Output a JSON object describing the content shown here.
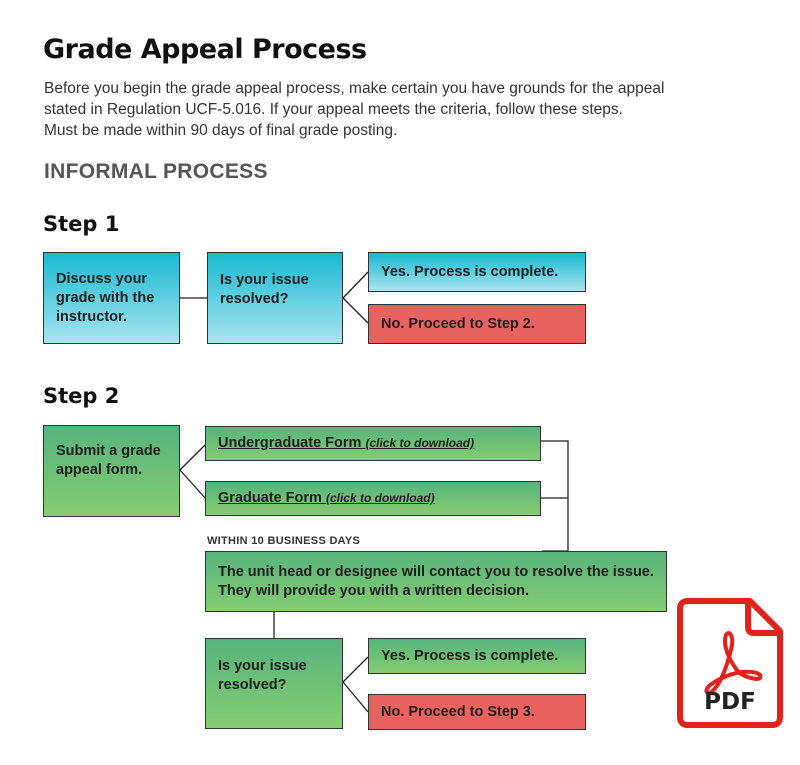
{
  "title": "Grade Appeal Process",
  "intro": [
    "Before you begin the grade appeal process, make certain you have grounds for the appeal",
    "stated in Regulation UCF-5.016. If your appeal meets the criteria, follow these steps.",
    "Must be made within 90 days of final grade posting."
  ],
  "section_heading": "INFORMAL PROCESS",
  "step1": {
    "heading": "Step 1",
    "discuss": "Discuss your grade with the instructor.",
    "question": "Is your issue resolved?",
    "yes": "Yes. Process is complete.",
    "no": "No. Proceed to Step 2."
  },
  "step2": {
    "heading": "Step 2",
    "submit": "Submit a grade appeal form.",
    "undergrad_label": "Undergraduate Form",
    "undergrad_hint": "(click to download)",
    "grad_label": "Graduate Form",
    "grad_hint": "(click to download)",
    "deadline_note": "WITHIN 10 BUSINESS DAYS",
    "contact": "The unit head or designee will contact you to resolve the issue. They will provide you with a written decision.",
    "question": "Is your issue resolved?",
    "yes": "Yes. Process is complete.",
    "no": "No. Proceed to Step 3."
  },
  "pdf_icon": {
    "label": "PDF",
    "color": "#e2231a"
  }
}
